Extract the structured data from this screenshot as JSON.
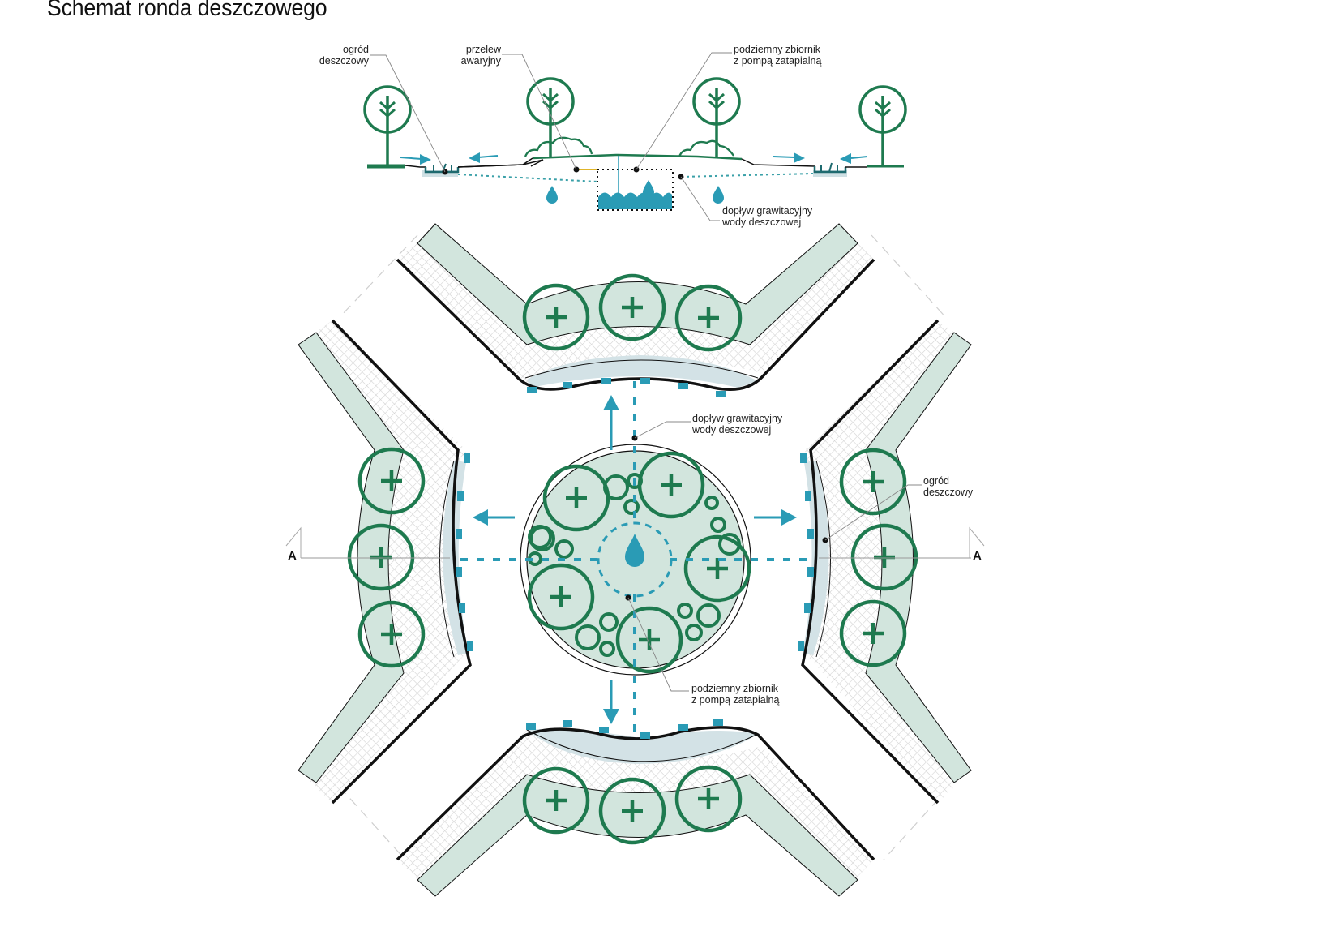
{
  "title": "Schemat ronda deszczowego",
  "colors": {
    "green": "#1e7a4f",
    "teal": "#2a9bb5",
    "light_green_fill": "#d2e5dd",
    "light_blue_fill": "#d3e2e6",
    "paving_hatch": "#dadada",
    "black": "#111111",
    "overflow_yellow": "#e0b52a"
  },
  "section": {
    "labels": {
      "rain_garden": [
        "ogród",
        "deszczowy"
      ],
      "overflow": [
        "przelew",
        "awaryjny"
      ],
      "tank": [
        "podziemny zbiornik",
        "z pompą zatapialną"
      ],
      "gravity_inflow": [
        "dopływ grawitacyjny",
        "wody deszczowej"
      ]
    }
  },
  "plan": {
    "labels": {
      "gravity_inflow": [
        "dopływ grawitacyjny",
        "wody deszczowej"
      ],
      "rain_garden": [
        "ogród",
        "deszczowy"
      ],
      "tank": [
        "podziemny zbiornik",
        "z pompą zatapialną"
      ],
      "section_mark_left": "A",
      "section_mark_right": "A"
    },
    "icons": {
      "tree_plan": "circle-plus-icon",
      "shrub_plan": "ring-icon",
      "water_drop": "water-drop-icon",
      "flow_arrow": "arrow-icon"
    }
  }
}
